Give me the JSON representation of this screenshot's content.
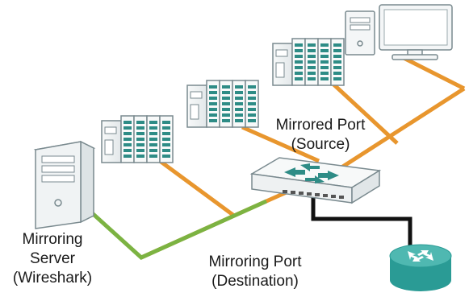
{
  "colors": {
    "source_link": "#E8962E",
    "destination_link": "#7CB342",
    "router_link": "#111111",
    "device_body": "#F4F6F7",
    "device_outline": "#7A8A8F",
    "teal": "#2E8C86",
    "router": "#2A9B95"
  },
  "labels": {
    "mirrored_port": {
      "line1": "Mirrored Port",
      "line2": "(Source)"
    },
    "mirroring_port": {
      "line1": "Mirroring Port",
      "line2": "(Destination)"
    },
    "mirroring_server": {
      "line1": "Mirroring",
      "line2": "Server",
      "line3": "(Wireshark)"
    }
  },
  "nodes": [
    {
      "name": "computer-icon"
    },
    {
      "name": "plc-icon"
    },
    {
      "name": "switch-icon"
    },
    {
      "name": "router-icon"
    },
    {
      "name": "server-tower-icon"
    }
  ]
}
